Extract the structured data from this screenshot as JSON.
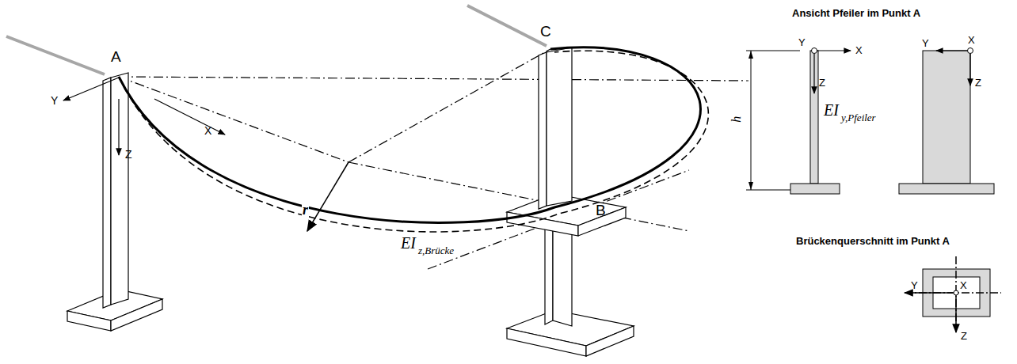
{
  "diagram": {
    "labels": [
      "Ansicht Pfeiler im Punkt A",
      "Brückenquerschnitt im Punkt A",
      "C",
      "A",
      "B",
      "r",
      "Y",
      "X",
      "Z",
      "EI",
      "z,Brücke",
      "Y",
      "X",
      "Z",
      "h",
      "EI",
      "y,Pfeiler",
      "Y",
      "X",
      "Z",
      "Y",
      "X",
      "Z"
    ]
  }
}
